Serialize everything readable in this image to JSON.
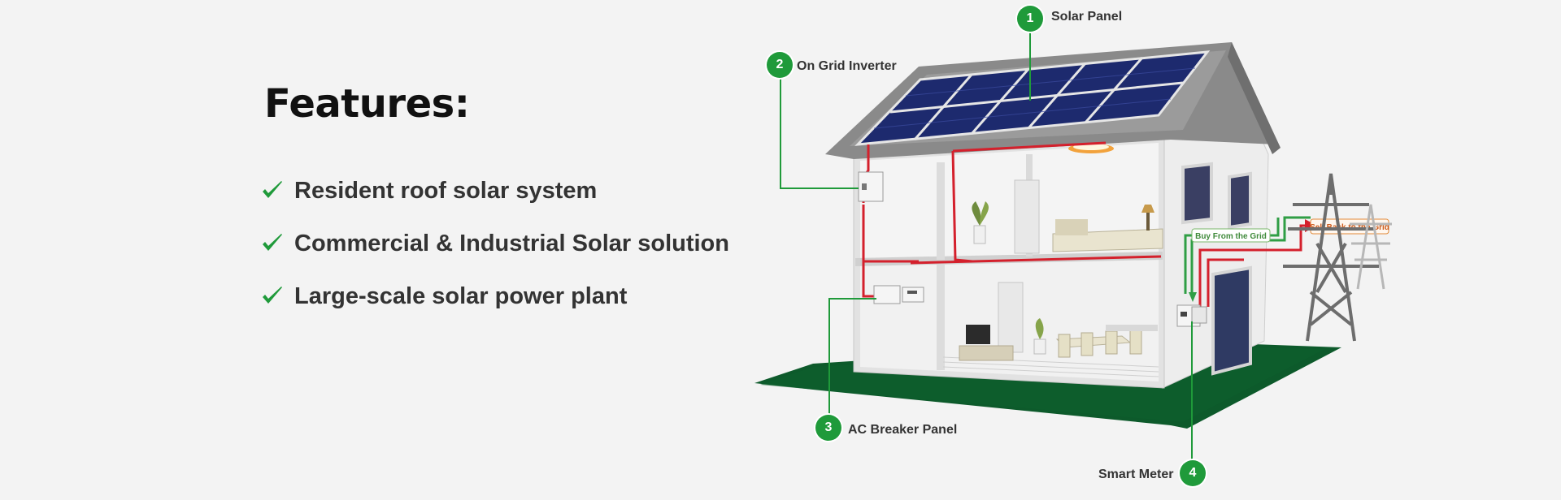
{
  "heading": "Features:",
  "features": [
    "Resident roof solar system",
    "Commercial & Industrial Solar solution",
    "Large-scale solar power plant"
  ],
  "callouts": [
    {
      "number": "1",
      "label": "Solar Panel"
    },
    {
      "number": "2",
      "label": "On Grid Inverter"
    },
    {
      "number": "3",
      "label": "AC Breaker Panel"
    },
    {
      "number": "4",
      "label": "Smart Meter"
    }
  ],
  "grid_labels": {
    "buy": "Buy From the Grid",
    "sell": "Sell Back to the Grid"
  },
  "colors": {
    "accent_green": "#1f9a3a",
    "grid_red": "#d4202c",
    "lawn": "#0d5a2b",
    "panel_blue": "#1d2a6e",
    "roof_gray": "#8a8a8a"
  }
}
